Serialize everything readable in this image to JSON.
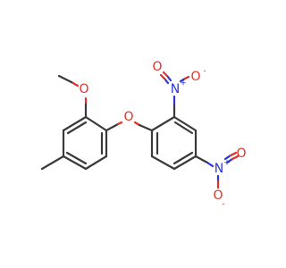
{
  "molecule": {
    "atoms": {
      "ether_o": "O",
      "methoxy_o": "O",
      "nitro1_n": "N",
      "nitro1_o_double": "O",
      "nitro1_o_single": "O",
      "nitro2_n": "N",
      "nitro2_o_double": "O",
      "nitro2_o_single": "O"
    },
    "charges": {
      "nitro1_n": "+",
      "nitro1_o_single": "-",
      "nitro2_n": "+",
      "nitro2_o_single": "-"
    },
    "colors": {
      "carbon_bond": "#3a3a3a",
      "oxygen": "#e0302a",
      "nitrogen": "#2b34d8"
    }
  }
}
